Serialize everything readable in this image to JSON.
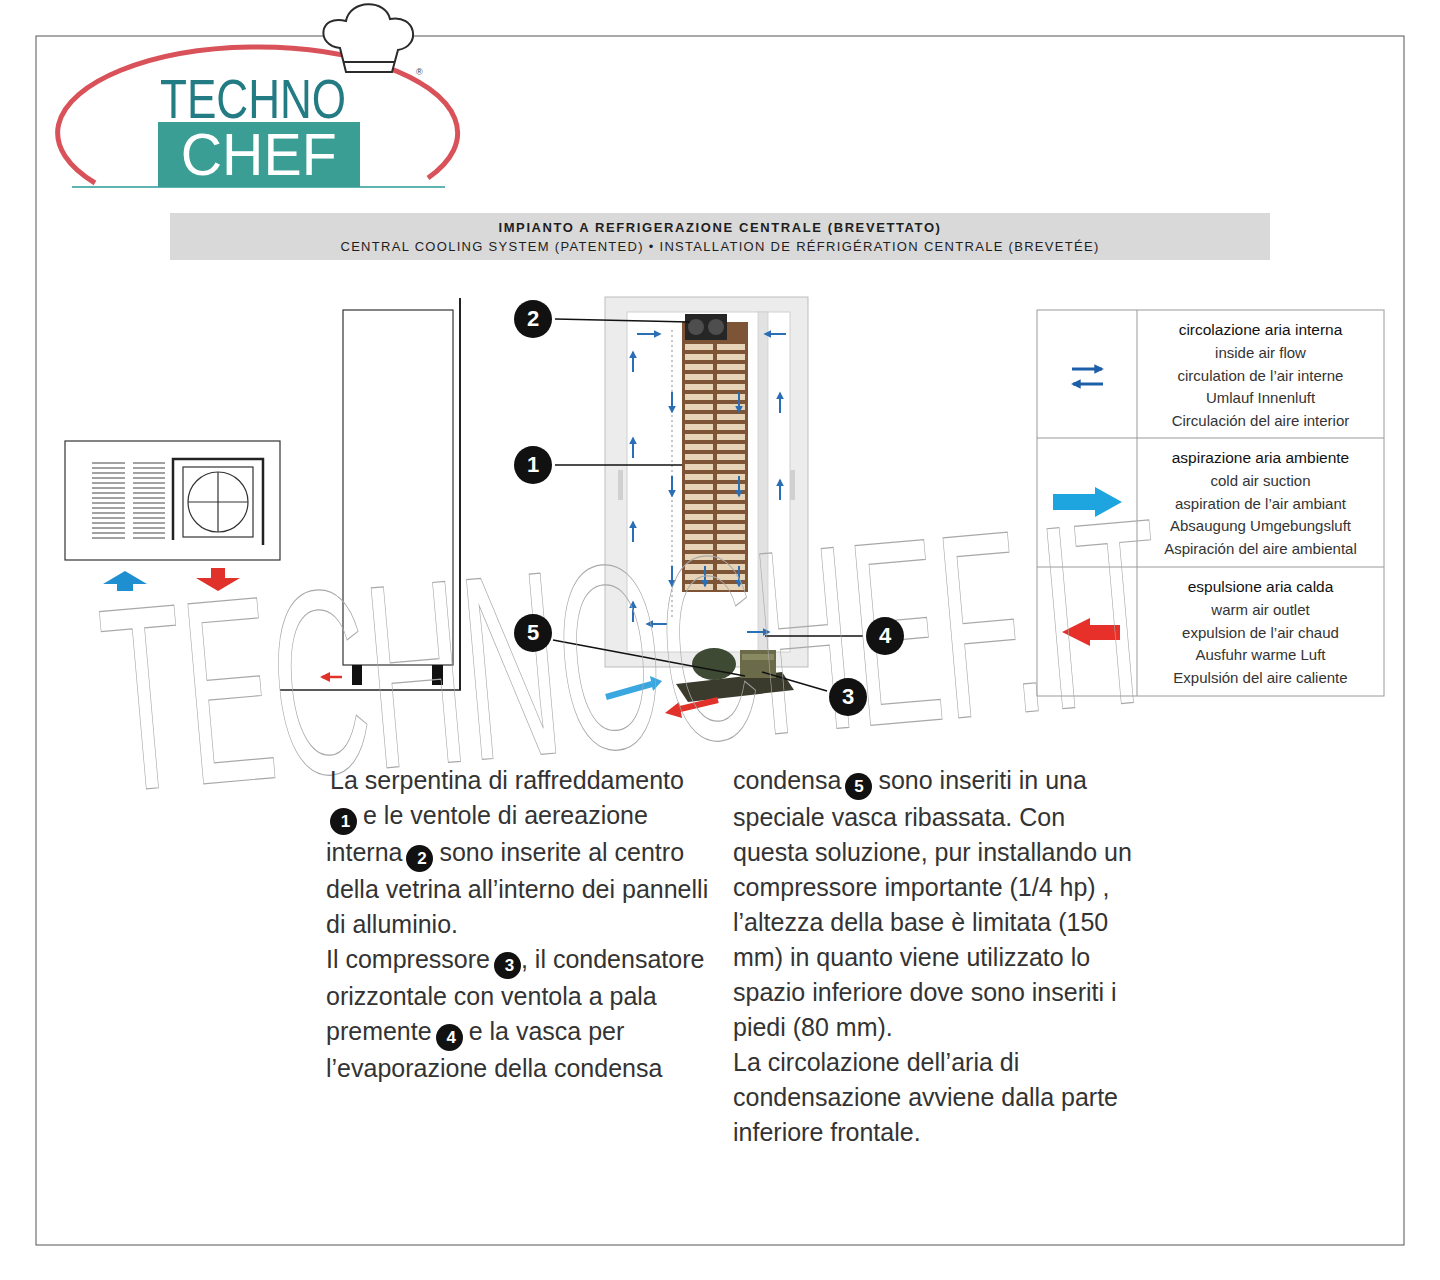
{
  "diagram": {
    "nodes": [
      {
        "text": [
          "CHEF"
        ]
      },
      {
        "text": [
          "IMPIANTO A REFRIGERAZIONE CENTRALE (BREVETTATO)",
          "CENTRAL COOLING SYSTEM (PATENTED) • INSTALLATION DE RÉFRIGÉRATION CENTRALE (BREVETÉE)"
        ]
      }
    ],
    "labels": [
      "TECHNO",
      "®",
      "2",
      "1",
      "5",
      "4",
      "3",
      "TECHNOCHEF.IT",
      "La serpentina di raffreddamento",
      "1",
      "e le ventole di aereazione interna",
      "2",
      "sono inserite al centro della vetrina all’interno dei pannelli di alluminio.",
      "Il compressore",
      "3",
      ", il condensatore orizzontale con ventola a pala premente",
      "4",
      "e la vasca per l’evaporazione della condensa",
      "condensa",
      "5",
      "sono inseriti in una speciale vasca ribassata. Con questa soluzione, pur installando un compressore importante (1/4 hp) , l’altezza della base è limitata (150 mm) in quanto viene utilizzato lo spazio inferiore dove sono inseriti i piedi (80 mm).",
      "La circolazione dell’aria di condensazione avviene dalla parte inferiore frontale."
    ],
    "legend": [
      {
        "text": "circolazione aria interna"
      },
      {
        "text": "inside air flow"
      },
      {
        "text": "circulation de l’air interne"
      },
      {
        "text": "Umlauf Innenluft"
      },
      {
        "text": "Circulación del aire interior"
      },
      {
        "text": "aspirazione aria ambiente"
      },
      {
        "text": "cold air suction"
      },
      {
        "text": "aspiration de l’air ambiant"
      },
      {
        "text": "Absaugung Umgebungsluft"
      },
      {
        "text": "Aspiración del aire ambiental"
      },
      {
        "text": "espulsione aria calda"
      },
      {
        "text": "warm air outlet"
      },
      {
        "text": "expulsion de l’air chaud"
      },
      {
        "text": "Ausfuhr warme Luft"
      },
      {
        "text": "Expulsión del aire caliente"
      }
    ]
  }
}
